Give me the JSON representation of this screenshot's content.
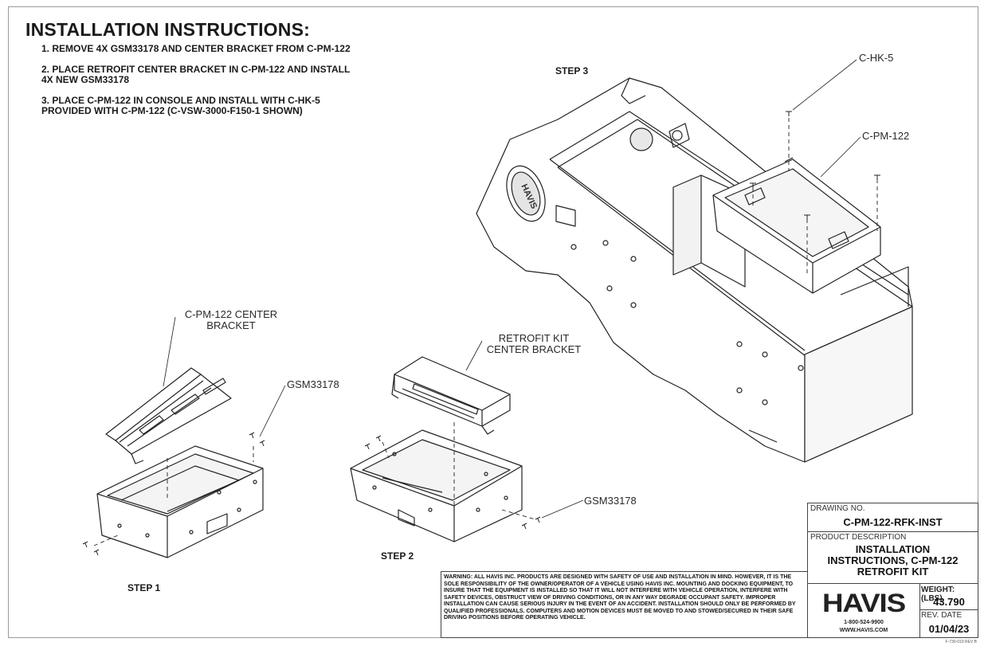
{
  "title": "INSTALLATION INSTRUCTIONS:",
  "steps": [
    "1.  REMOVE 4X GSM33178 AND CENTER BRACKET FROM C-PM-122",
    "2.  PLACE RETROFIT CENTER BRACKET IN C-PM-122 AND INSTALL 4X NEW GSM33178",
    "3.  PLACE C-PM-122 IN CONSOLE AND INSTALL WITH C-HK-5 PROVIDED WITH C-PM-122 (C-VSW-3000-F150-1 SHOWN)"
  ],
  "step_labels": {
    "step1": "STEP 1",
    "step2": "STEP 2",
    "step3": "STEP 3"
  },
  "callouts": {
    "c_pm_122_center_bracket": "C-PM-122 CENTER BRACKET",
    "gsm33178_step1": "GSM33178",
    "retrofit_kit_center_bracket": "RETROFIT KIT CENTER BRACKET",
    "gsm33178_step2": "GSM33178",
    "c_hk_5": "C-HK-5",
    "c_pm_122": "C-PM-122"
  },
  "console_badge": "HAVIS",
  "warning": "WARNING: ALL HAVIS INC. PRODUCTS ARE DESIGNED WITH SAFETY OF USE AND INSTALLATION IN MIND. HOWEVER, IT IS THE SOLE RESPONSIBILITY OF THE OWNER/OPERATOR OF A VEHICLE USING HAVIS INC. MOUNTING AND DOCKING EQUIPMENT, TO INSURE THAT THE EQUIPMENT IS INSTALLED SO THAT IT WILL NOT INTERFERE WITH VEHICLE OPERATION, INTERFERE WITH SAFETY DEVICES, OBSTRUCT VIEW OF DRIVING CONDITIONS, OR IN ANY WAY DEGRADE OCCUPANT SAFETY. IMPROPER INSTALLATION CAN CAUSE SERIOUS INJURY IN THE EVENT OF AN ACCIDENT. INSTALLATION SHOULD ONLY BE PERFORMED BY QUALIFIED PROFESSIONALS. COMPUTERS AND MOTION DEVICES MUST BE MOVED TO AND STOWED/SECURED IN THEIR SAFE DRIVING POSITIONS BEFORE OPERATING VEHICLE.",
  "title_block": {
    "drawing_no_label": "DRAWING NO.",
    "drawing_no": "C-PM-122-RFK-INST",
    "product_description_label": "PRODUCT DESCRIPTION",
    "product_description": "INSTALLATION INSTRUCTIONS, C-PM-122 RETROFIT KIT",
    "logo": "HAVIS",
    "phone": "1-800-524-9900",
    "website": "WWW.HAVIS.COM",
    "weight_label": "WEIGHT: (LBS)",
    "weight": "43.790",
    "rev_date_label": "REV. DATE",
    "rev_date": "01/04/23"
  },
  "form_number": "F-730-019 REV B"
}
